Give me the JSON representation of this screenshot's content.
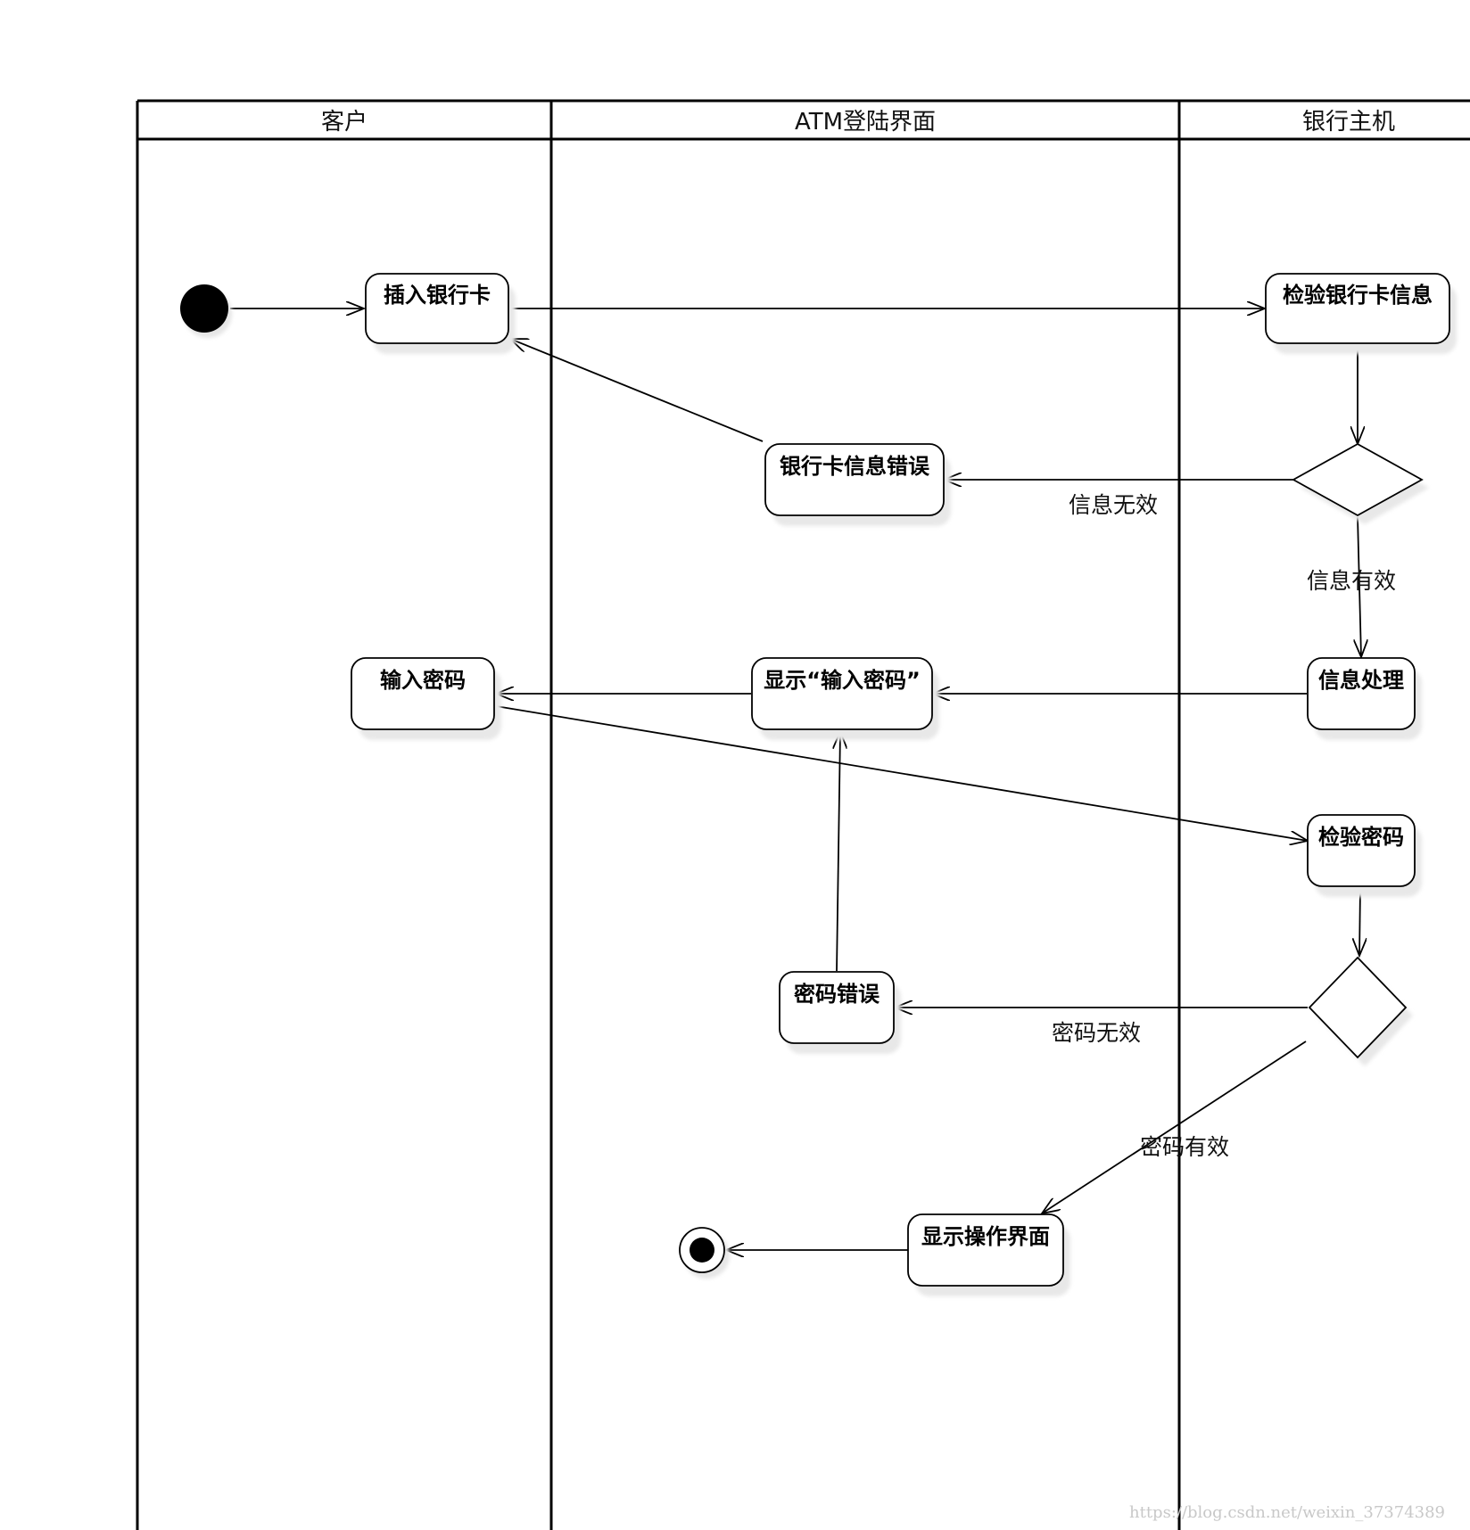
{
  "swimlanes": [
    {
      "id": "customer",
      "title": "客户"
    },
    {
      "id": "atm",
      "title": "ATM登陆界面"
    },
    {
      "id": "bank",
      "title": "银行主机"
    }
  ],
  "nodes": {
    "start": {
      "kind": "initial"
    },
    "insert_card": {
      "kind": "activity",
      "label": "插入银行卡"
    },
    "verify_card": {
      "kind": "activity",
      "label": "检验银行卡信息"
    },
    "decision_card": {
      "kind": "decision"
    },
    "card_error": {
      "kind": "activity",
      "label": "银行卡信息错误"
    },
    "info_process": {
      "kind": "activity",
      "label": "信息处理"
    },
    "show_enter_pwd": {
      "kind": "activity",
      "label": "显示“输入密码”"
    },
    "enter_pwd": {
      "kind": "activity",
      "label": "输入密码"
    },
    "verify_pwd": {
      "kind": "activity",
      "label": "检验密码"
    },
    "decision_pwd": {
      "kind": "decision"
    },
    "pwd_error": {
      "kind": "activity",
      "label": "密码错误"
    },
    "show_ops": {
      "kind": "activity",
      "label": "显示操作界面"
    },
    "end": {
      "kind": "final"
    }
  },
  "edges": [
    {
      "from": "start",
      "to": "insert_card"
    },
    {
      "from": "insert_card",
      "to": "verify_card"
    },
    {
      "from": "verify_card",
      "to": "decision_card"
    },
    {
      "from": "decision_card",
      "to": "card_error",
      "label": "信息无效"
    },
    {
      "from": "card_error",
      "to": "insert_card"
    },
    {
      "from": "decision_card",
      "to": "info_process",
      "label": "信息有效"
    },
    {
      "from": "info_process",
      "to": "show_enter_pwd"
    },
    {
      "from": "show_enter_pwd",
      "to": "enter_pwd"
    },
    {
      "from": "enter_pwd",
      "to": "verify_pwd"
    },
    {
      "from": "verify_pwd",
      "to": "decision_pwd"
    },
    {
      "from": "decision_pwd",
      "to": "pwd_error",
      "label": "密码无效"
    },
    {
      "from": "pwd_error",
      "to": "show_enter_pwd"
    },
    {
      "from": "decision_pwd",
      "to": "show_ops",
      "label": "密码有效"
    },
    {
      "from": "show_ops",
      "to": "end"
    }
  ],
  "watermark": "https://blog.csdn.net/weixin_37374389"
}
